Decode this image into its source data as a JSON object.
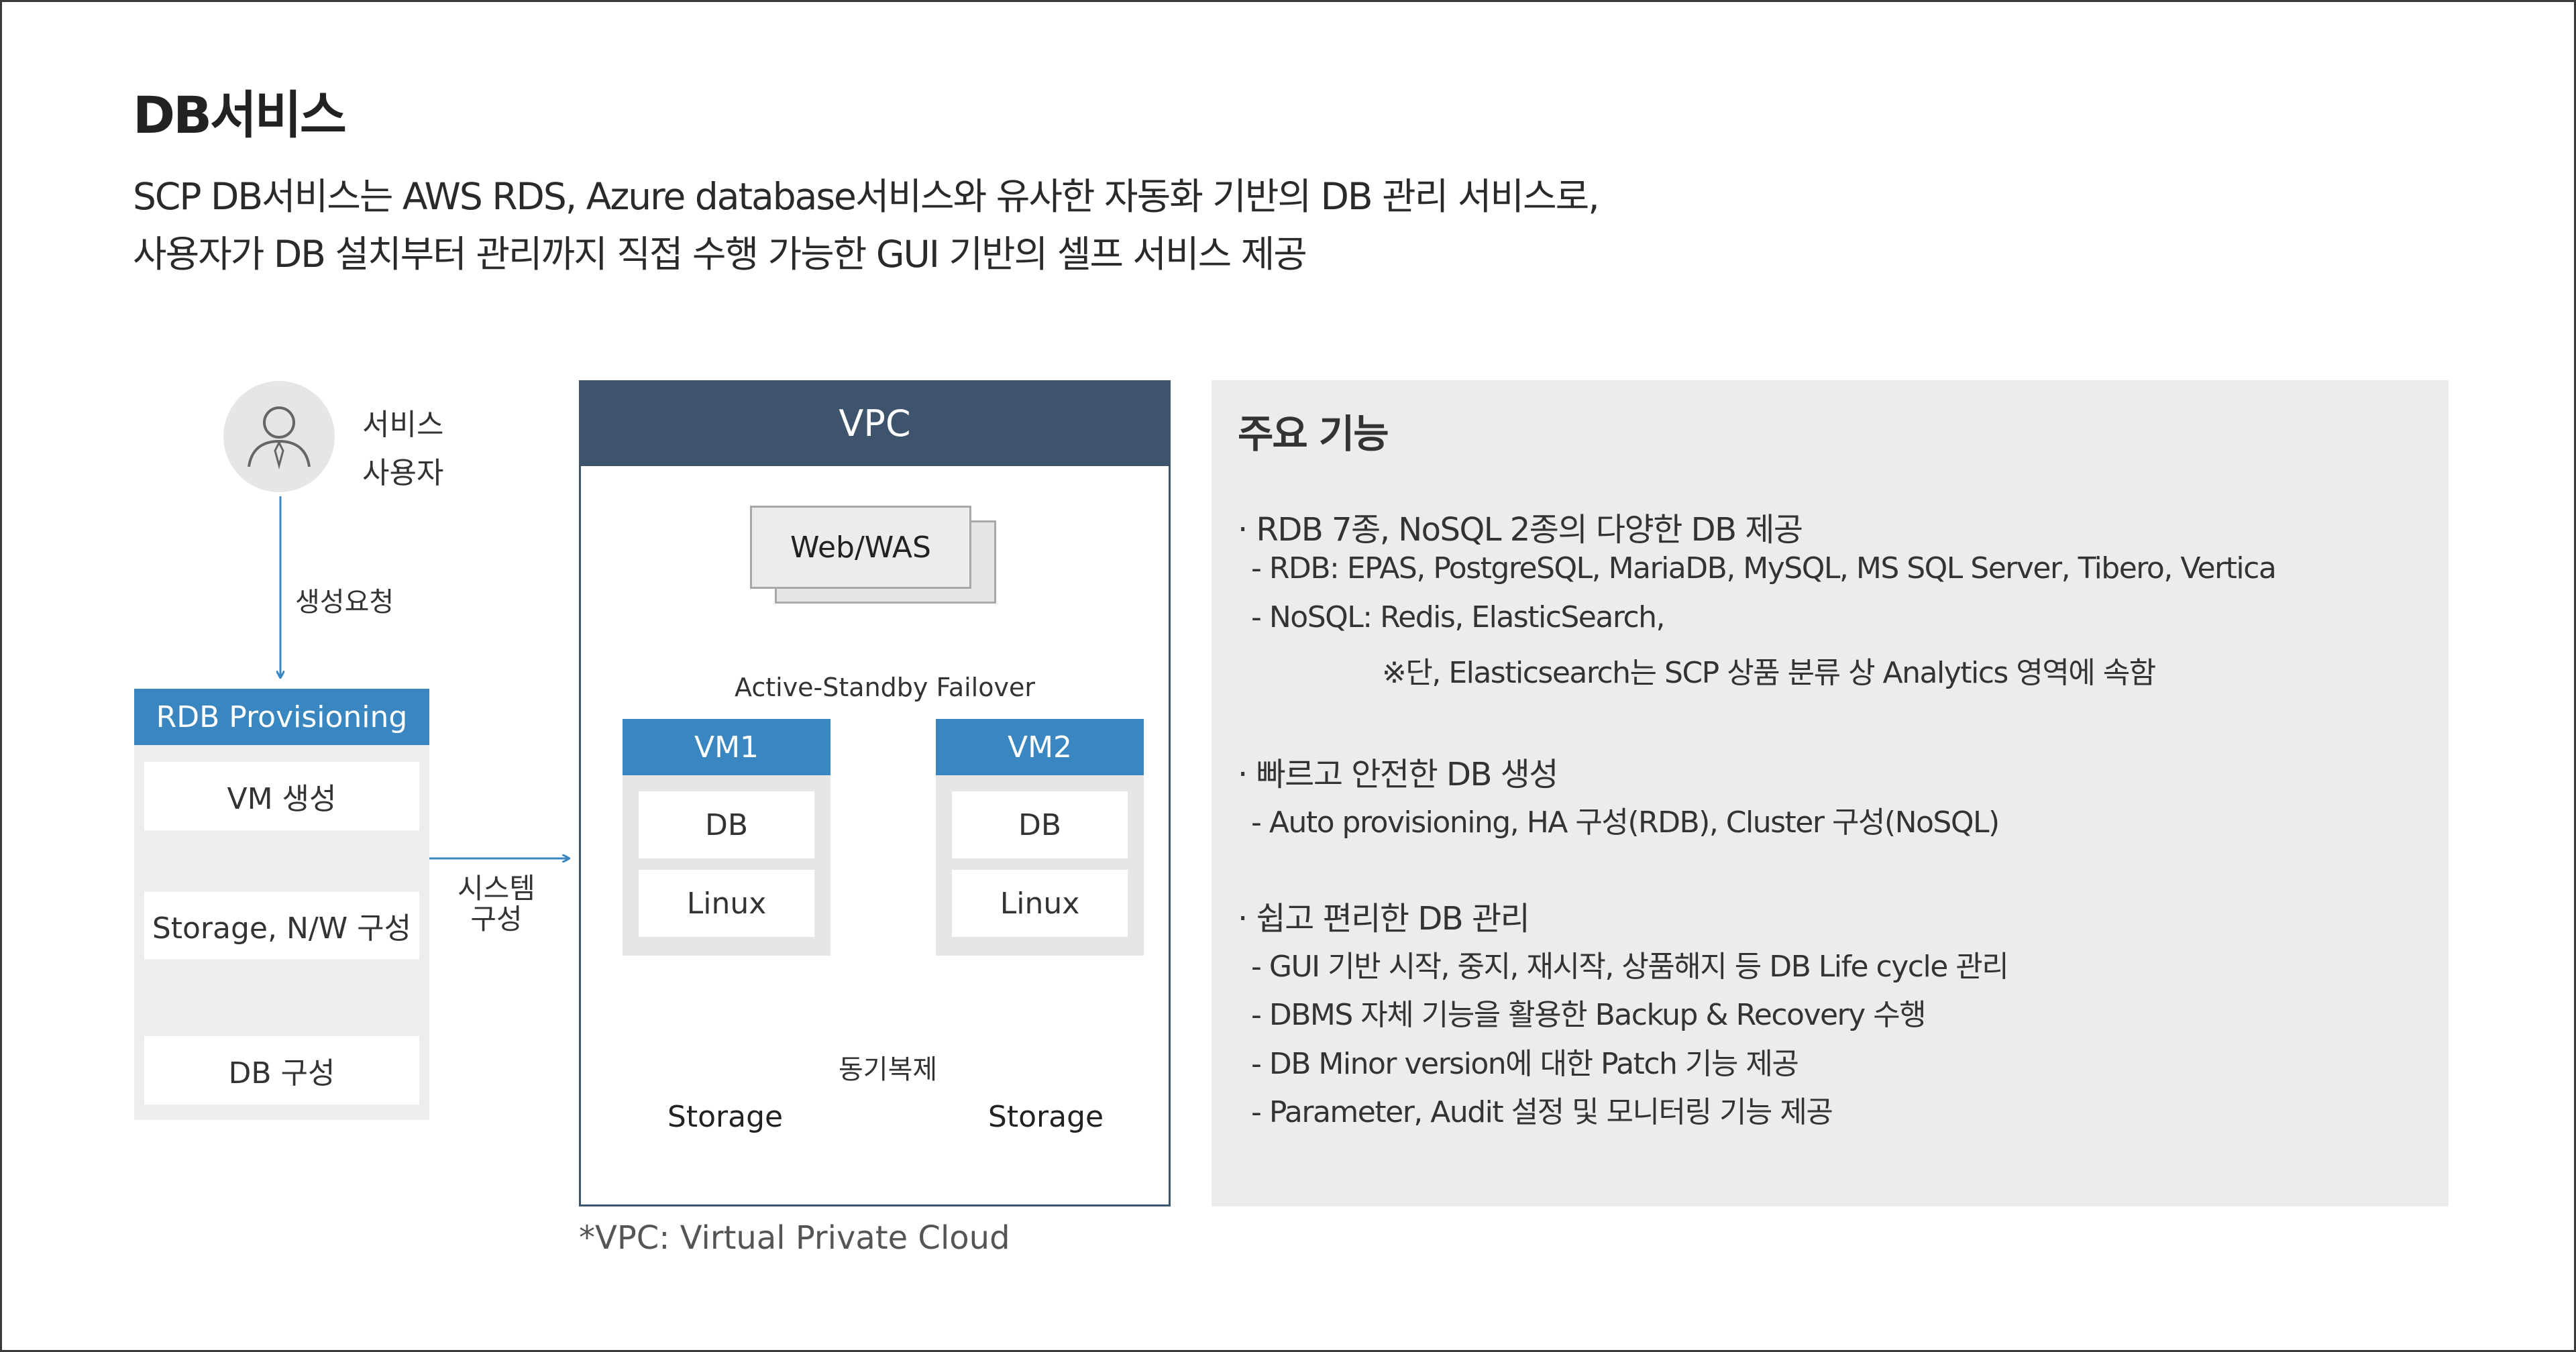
{
  "header": {
    "title": "DB서비스",
    "description": [
      "SCP DB서비스는 AWS RDS, Azure database서비스와 유사한 자동화 기반의 DB 관리 서비스로,",
      "사용자가 DB 설치부터 관리까지 직접 수행 가능한 GUI 기반의 셀프 서비스 제공"
    ]
  },
  "user": {
    "line1": "서비스",
    "line2": "사용자",
    "icon": "user-icon"
  },
  "request_label": "생성요청",
  "provisioning": {
    "title": "RDB Provisioning",
    "steps": [
      "VM 생성",
      "Storage, N/W 구성",
      "DB 구성"
    ]
  },
  "system_label": {
    "line1": "시스템",
    "line2": "구성"
  },
  "vpc": {
    "title": "VPC",
    "web_was": "Web/WAS",
    "failover": "Active-Standby Failover",
    "vm1": {
      "title": "VM1",
      "db": "DB",
      "os": "Linux"
    },
    "vm2": {
      "title": "VM2",
      "db": "DB",
      "os": "Linux"
    },
    "storage1": "Storage",
    "storage2": "Storage",
    "sync_label": "동기복제",
    "footnote": "*VPC: Virtual Private Cloud"
  },
  "features": {
    "title": "주요 기능",
    "groups": [
      {
        "head": "· RDB 7종, NoSQL 2종의 다양한 DB 제공",
        "items": [
          "- RDB: EPAS, PostgreSQL, MariaDB, MySQL, MS SQL Server, Tibero, Vertica",
          "- NoSQL: Redis, ElasticSearch,",
          "※단, Elasticsearch는 SCP 상품 분류 상 Analytics 영역에 속함"
        ]
      },
      {
        "head": "· 빠르고 안전한 DB 생성",
        "items": [
          "- Auto provisioning, HA 구성(RDB), Cluster 구성(NoSQL)"
        ]
      },
      {
        "head": "· 쉽고 편리한 DB 관리",
        "items": [
          "- GUI 기반 시작, 중지, 재시작, 상품해지 등 DB Life cycle 관리",
          "- DBMS 자체 기능을 활용한 Backup & Recovery 수행",
          "- DB Minor version에 대한 Patch 기능 제공",
          "- Parameter, Audit 설정 및 모니터링 기능 제공"
        ]
      }
    ]
  },
  "colors": {
    "blue": "#3a86c0",
    "navy": "#3e536c",
    "orange": "#e08a4a",
    "panel_grey": "#ededed"
  }
}
